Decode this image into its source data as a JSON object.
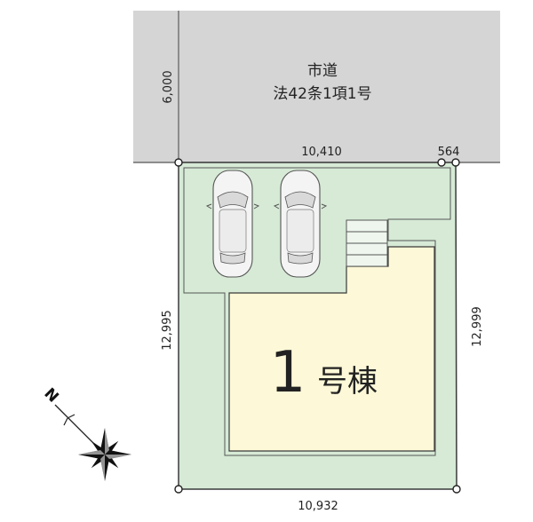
{
  "road": {
    "line1": "市道",
    "line2": "法42条1項1号",
    "width": "6,000"
  },
  "dimensions": {
    "front_frontage": "10,410",
    "front_small": "564",
    "left_side": "12,995",
    "right_side": "12,999",
    "rear": "10,932"
  },
  "building": {
    "number": "1",
    "suffix": "号棟"
  },
  "parking": {
    "spaces": 2
  },
  "compass": {
    "north_label": "N"
  },
  "colors": {
    "road": "#d5d5d5",
    "lot": "#d6ead6",
    "building": "#fdf8d7",
    "outline": "#3a3a3a"
  }
}
